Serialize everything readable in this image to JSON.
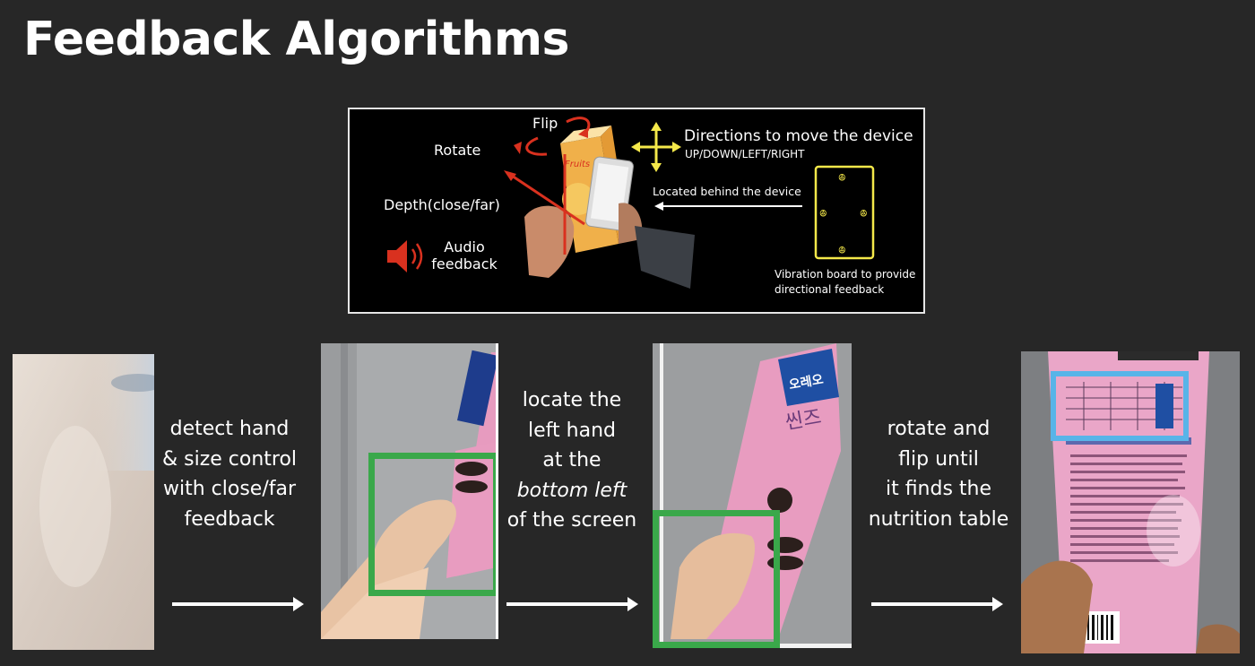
{
  "title": "Feedback Algorithms",
  "diagram": {
    "flip": "Flip",
    "rotate": "Rotate",
    "depth": "Depth(close/far)",
    "audio_line1": "Audio",
    "audio_line2": "feedback",
    "directions_title": "Directions to move the device",
    "directions_sub": "UP/DOWN/LEFT/RIGHT",
    "located": "Located behind the device",
    "vibration_line1": "Vibration board to provide",
    "vibration_line2": "directional feedback",
    "carton_text": "Fruits",
    "board_glyph": "ꔮ"
  },
  "steps": [
    {
      "lines": [
        "detect hand",
        "& size control",
        "with close/far",
        "feedback"
      ]
    },
    {
      "lines": [
        "locate the",
        "left hand",
        "at the",
        "bottom left",
        "of the screen"
      ]
    },
    {
      "lines": [
        "rotate and",
        "flip until",
        "it finds the",
        "nutrition table"
      ]
    }
  ],
  "photo2": {
    "brand": "오레오",
    "product": "씬즈"
  },
  "colors": {
    "background": "#272727",
    "highlight_green": "#3aa84a",
    "highlight_blue": "#58b4e8",
    "accent_red": "#d9311f",
    "accent_yellow": "#f4e84a",
    "package_pink": "#e89cc0"
  }
}
